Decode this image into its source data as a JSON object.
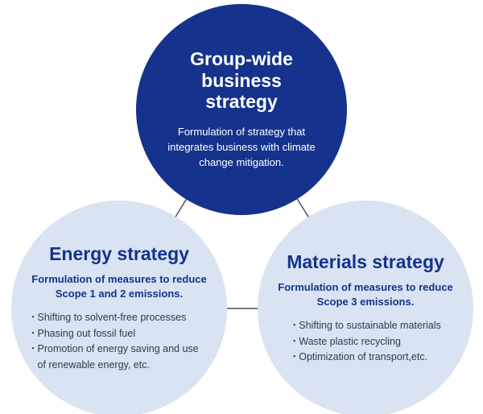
{
  "colors": {
    "dark_blue": "#15338d",
    "light_blue": "#d9e3f1",
    "body_text": "#2e3a53",
    "connector": "#4a4f5a"
  },
  "bullet_marker": "・",
  "top_circle": {
    "title": "Group-wide business strategy",
    "description": "Formulation of strategy that integrates business with climate change mitigation."
  },
  "left_circle": {
    "title": "Energy strategy",
    "subtitle": "Formulation of measures to reduce Scope 1 and 2 emissions.",
    "bullets": [
      "Shifting to solvent-free processes",
      "Phasing out fossil fuel",
      "Promotion of energy saving and use of renewable energy, etc."
    ]
  },
  "right_circle": {
    "title": "Materials strategy",
    "subtitle": "Formulation of measures to reduce Scope 3 emissions.",
    "bullets": [
      "Shifting to sustainable materials",
      "Waste plastic recycling",
      "Optimization of transport,etc."
    ]
  }
}
